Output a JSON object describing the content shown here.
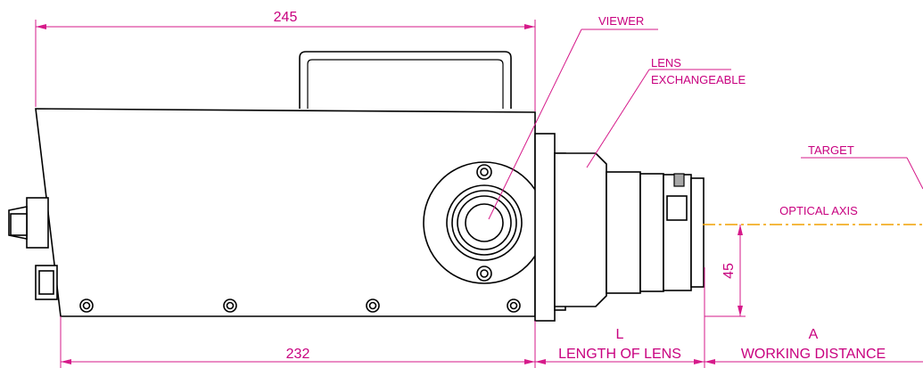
{
  "dimensions": {
    "overall_width": "245",
    "body_width": "232",
    "axis_height": "45"
  },
  "lens_length": {
    "symbol": "L",
    "caption": "LENGTH OF LENS"
  },
  "working_distance": {
    "symbol": "A",
    "caption": "WORKING DISTANCE"
  },
  "labels": {
    "viewer": "VIEWER",
    "lens_line1": "LENS",
    "lens_line2": "EXCHANGEABLE",
    "target": "TARGET",
    "optical_axis": "OPTICAL AXIS"
  },
  "colors": {
    "annotation": "#d61a8a",
    "optical_axis": "#f0a000",
    "outline": "#000000"
  }
}
